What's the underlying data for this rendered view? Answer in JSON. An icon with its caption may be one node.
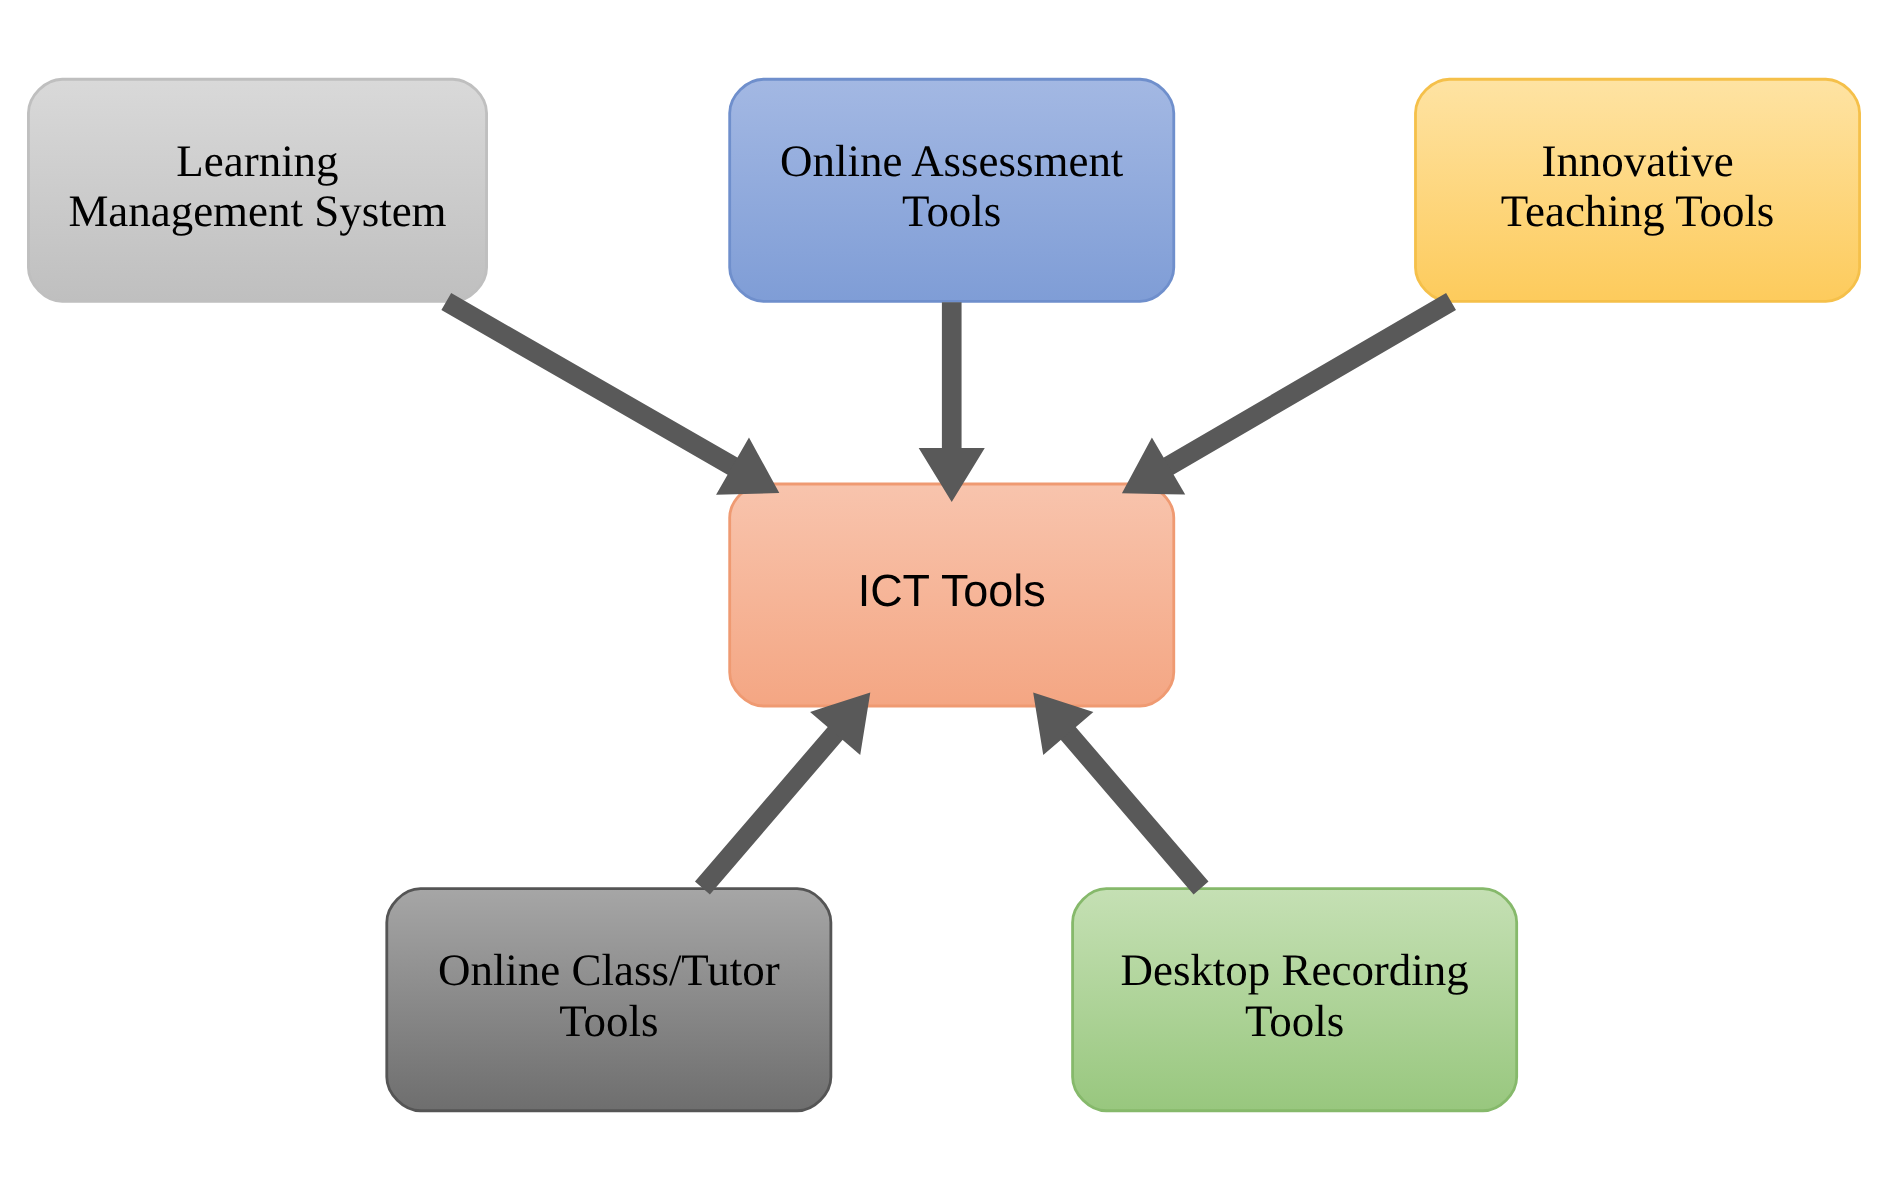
{
  "diagram": {
    "nodes": [
      {
        "text": [
          "Learning Management System"
        ]
      },
      {
        "text": [
          "Online Assessment Tools"
        ]
      },
      {
        "text": [
          "Innovative Teaching Tools"
        ]
      },
      {
        "text": [
          "ICT Tools"
        ]
      },
      {
        "text": [
          "Online Class/Tutor Tools"
        ]
      },
      {
        "text": [
          "Desktop Recording Tools"
        ]
      }
    ],
    "edges": [
      {
        "from": 0,
        "to": 3,
        "arrow": "to"
      },
      {
        "from": 1,
        "to": 3,
        "arrow": "to"
      },
      {
        "from": 2,
        "to": 3,
        "arrow": "to"
      },
      {
        "from": 4,
        "to": 3,
        "arrow": "to"
      },
      {
        "from": 5,
        "to": 3,
        "arrow": "to"
      }
    ]
  }
}
